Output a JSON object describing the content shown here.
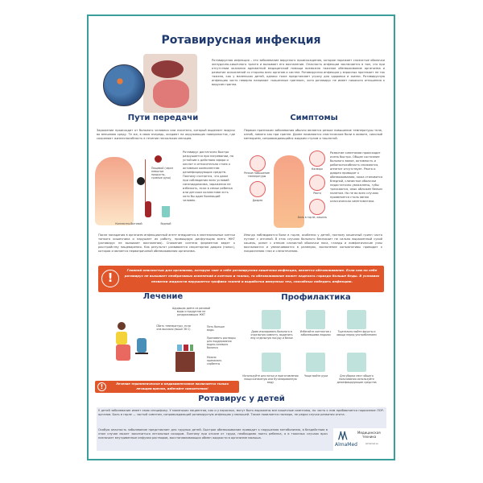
{
  "title": "Ротавирусная инфекция",
  "intro": "Ротавирусная инфекция – это заболевание вирусного происхождения, которое поражает слизистые оболочки желудочно-кишечного тракта и вызывает его воспаление. Опасность инфекции заключается в том, что при отсутствии оказания адекватной медицинской помощи возможно тяжелое обезвоживание организма и развитие осложнений со стороны всех органов и систем. Ротавирусная инфекция у взрослых протекает не так тяжело, как у маленьких детей, однако тоже представляет угрозу для здоровья и жизни. Ротавирусную инфекцию часто неверно называют «кишечным гриппом», хотя ротавирус не имеет никакого отношения к вирусам гриппа.",
  "transmission": {
    "heading": "Пути передачи",
    "text": "Заражение происходит от больного человека или носителя, который выделяет вирусы во внешнюю среду. Те же, в свою очередь, оседают на окружающих поверхностях, где сохраняют жизнеспособность в течение нескольких месяцев.",
    "side_text": "Ротавирус достаточно быстро разрушается при нагревании, но устойчив к действию эфира и кислот и относительно стоек к активным компонентам дезинфицирующих средств. Поэтому считается, что даже при соблюдении всех условий санэпидрежима, заражения не избежать, если в семье ребенка или детском коллективе есть хотя бы один болеющий человек.",
    "labels": [
      "Пищевой (через немытые продукты, грязные руки)",
      "Контактно-бытовой",
      "Водный"
    ],
    "bottom_text": "После попадания в организм инфекционный агент внедряется в эпителиальные клетки тонкого кишечника и нарушает их работу, провоцируя дисфункцию всего ЖКТ (ротавирус не вызывает воспаления). Снижение синтеза ферментов ведет к расстройству пищеварения. Как результат развивается секреторная диарея (понос), которая и является первопричиной обезвоживания организма."
  },
  "symptoms": {
    "heading": "Симптомы",
    "text": "Первым признаком заболевания обычно является резкое повышение температуры тела, озноб, ломота как при гриппе. Далее появляются спастические боли в животе, сильный метеоризм, сопровождающийся жидким стулом и тошнотой.",
    "side_text": "Развитие симптомов происходит очень быстро. Общее состояние больного вялое, активность и работоспособность снижаются, аппетит отсутствует. Рвота и диарея приводят к обезвоживанию, кожа становится бледной, слизистые оболочки недостаточно увлажнены, губы трескаются, язык обложен белым налетом. Но не во всех случаях проявляется столь явная классическая симптоматика.",
    "labels": [
      "Резкое повышение температуры",
      "Диарея",
      "Насморк",
      "Рвота",
      "Боль в горле, кашель"
    ],
    "bottom_text": "Иногда наблюдаются боли в горле, особенно у детей, поэтому кишечный грипп часто путают с ангиной. В этих случаях больного беспокоит не сильно выраженный сухой кашель, ринит с отеком слизистой оболочки носа, гланды и лимфатические узлы воспаляются и увеличиваются в размерах, воспаление конъюнктивы приводит к покраснению глаз и слезотечению."
  },
  "alert": "Главной опасностью для организма, которую таит в себе ротавирусная кишечная инфекция, является обезвоживание. Если сам по себе ротавирус не вызывает необратимых изменений в клетках и тканях, то обезвоживание может наделать гораздо больше беды. В условиях нехватки жидкости нарушается трофика тканей и выработка иммунных тел, способных победить инфекцию.",
  "treatment": {
    "heading": "Лечение",
    "labels": [
      "Щадящая диета из рисовой воды и продуктов не раздражающих ЖКТ",
      "Сбить температуру, если она высокая (выше 38 С)",
      "Пить больше воды",
      "Принимать растворы для поддержания водно-солевого баланса",
      "Можно принимать сорбенты"
    ],
    "warning": "Лечение терапевтическое и медикаментозное назначается только лечащим врачом, избегайте самолечения!"
  },
  "prevention": {
    "heading": "Профилактика",
    "items": [
      "Дома изолировать больного в отдельную комнату, выделить ему отдельную посуду и белье",
      "Избегайте контактов с заболевшими людьми",
      "Тщательно мойте фрукты и овощи перед употреблением",
      "Используйте для питья и приготовления пищи кипяченую или бутилированную воду",
      "Чаще мойте руки",
      "Для уборки мест общего пользования используйте дезинфицирующие средства"
    ]
  },
  "children": {
    "heading": "Ротавирус у детей",
    "p1": "У детей заболевание имеет свою специфику. У маленьких пациентов, как и у взрослых, могут быть выражены все кишечные симптомы, но часто к ним прибавляется поражение ЛОР-органов. Боль в горле — частый симптом, сопровождающий ротавирусную инфекцию у малышей. Также появляется насморк, не редки случаи развития отита.",
    "p2": "Особую опасность заболевание представляет для грудных детей. Быстрое обезвоживание приводит к нарушению метаболизма, в бездействии в этом случае может закончиться летальным исходом. Поэтому при отказе от груди, необходимо поить ребенка, а в тяжелых случаях врач назначает внутривенные инфузии растворов, восстанавливающих обмен жидкости в организме малыша."
  },
  "logo": {
    "brand": "AlmaMed",
    "line1": "Медицинская",
    "line2": "техника",
    "site": "almamed.su"
  },
  "colors": {
    "border": "#3a9e9a",
    "heading": "#1f3a6e",
    "alert": "#e0562a"
  }
}
